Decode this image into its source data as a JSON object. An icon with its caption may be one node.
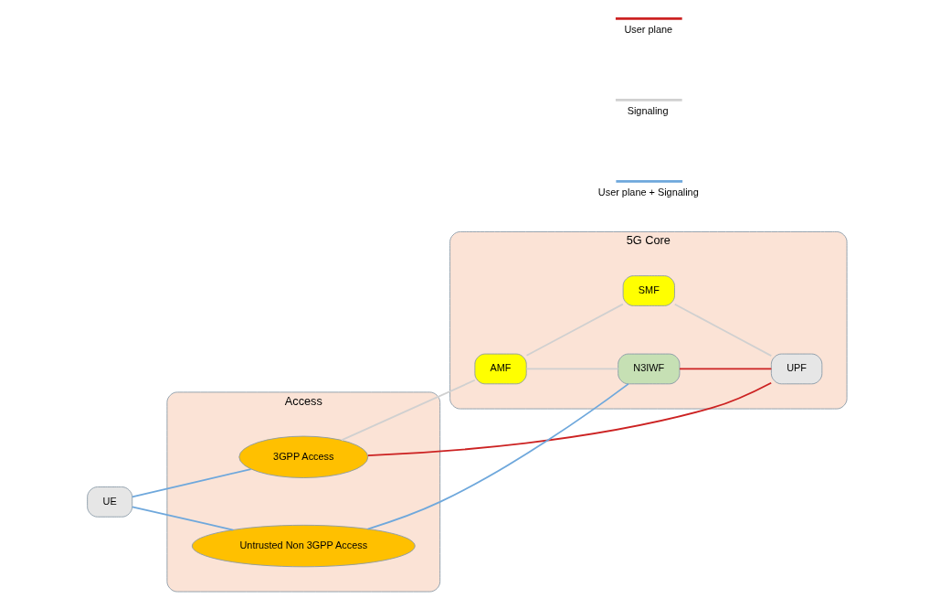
{
  "diagram": {
    "nodes": [
      {
        "text": [
          "UE"
        ]
      },
      {
        "text": [
          "Access"
        ]
      },
      {
        "text": [
          "3GPP Access"
        ],
        "in": 1
      },
      {
        "text": [
          "Untrusted Non 3GPP Access"
        ],
        "in": 1
      },
      {
        "text": [
          "5G Core"
        ]
      },
      {
        "text": [
          "AMF"
        ],
        "in": 4
      },
      {
        "text": [
          "SMF"
        ],
        "in": 4
      },
      {
        "text": [
          "N3IWF"
        ],
        "in": 4
      },
      {
        "text": [
          "UPF"
        ],
        "in": 4
      }
    ],
    "edges": [
      {
        "from": 0,
        "to": 2,
        "arrow": "none",
        "color": "#6fa8dc"
      },
      {
        "from": 0,
        "to": 3,
        "arrow": "none",
        "color": "#6fa8dc"
      },
      {
        "from": 2,
        "to": 5,
        "arrow": "none"
      },
      {
        "from": 5,
        "to": 6,
        "arrow": "none"
      },
      {
        "from": 2,
        "to": 8,
        "arrow": "none",
        "color": "#cc2222"
      },
      {
        "from": 5,
        "to": 7,
        "arrow": "none"
      },
      {
        "from": 6,
        "to": 8,
        "arrow": "none"
      },
      {
        "from": 3,
        "to": 7,
        "arrow": "none",
        "color": "#6fa8dc"
      },
      {
        "from": 7,
        "to": 8,
        "arrow": "none",
        "color": "#cc2222"
      }
    ],
    "legend": [
      {
        "text": "User plane",
        "color": "#cc2222"
      },
      {
        "text": "Signaling",
        "color": "#d0d0d0"
      },
      {
        "text": "User plane + Signaling",
        "color": "#6fa8dc"
      }
    ]
  }
}
